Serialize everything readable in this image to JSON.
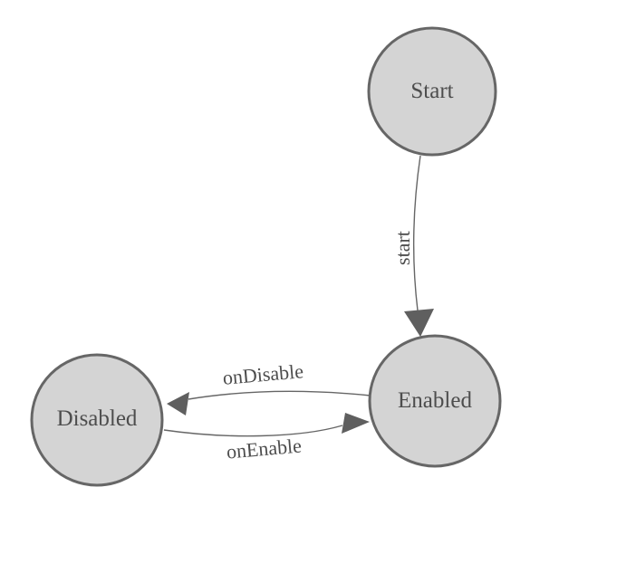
{
  "diagram": {
    "type": "state-machine",
    "background_color": "#ffffff",
    "node_fill_color": "#d4d4d4",
    "node_border_color": "#666666",
    "edge_color": "#666666",
    "arrowhead_color": "#5f5f5f",
    "label_color": "#4d4d4d",
    "nodes": [
      {
        "id": "start",
        "label": "Start"
      },
      {
        "id": "enabled",
        "label": "Enabled"
      },
      {
        "id": "disabled",
        "label": "Disabled"
      }
    ],
    "edges": [
      {
        "from": "Start",
        "to": "Enabled",
        "label": "start"
      },
      {
        "from": "Enabled",
        "to": "Disabled",
        "label": "onDisable"
      },
      {
        "from": "Disabled",
        "to": "Enabled",
        "label": "onEnable"
      }
    ]
  }
}
